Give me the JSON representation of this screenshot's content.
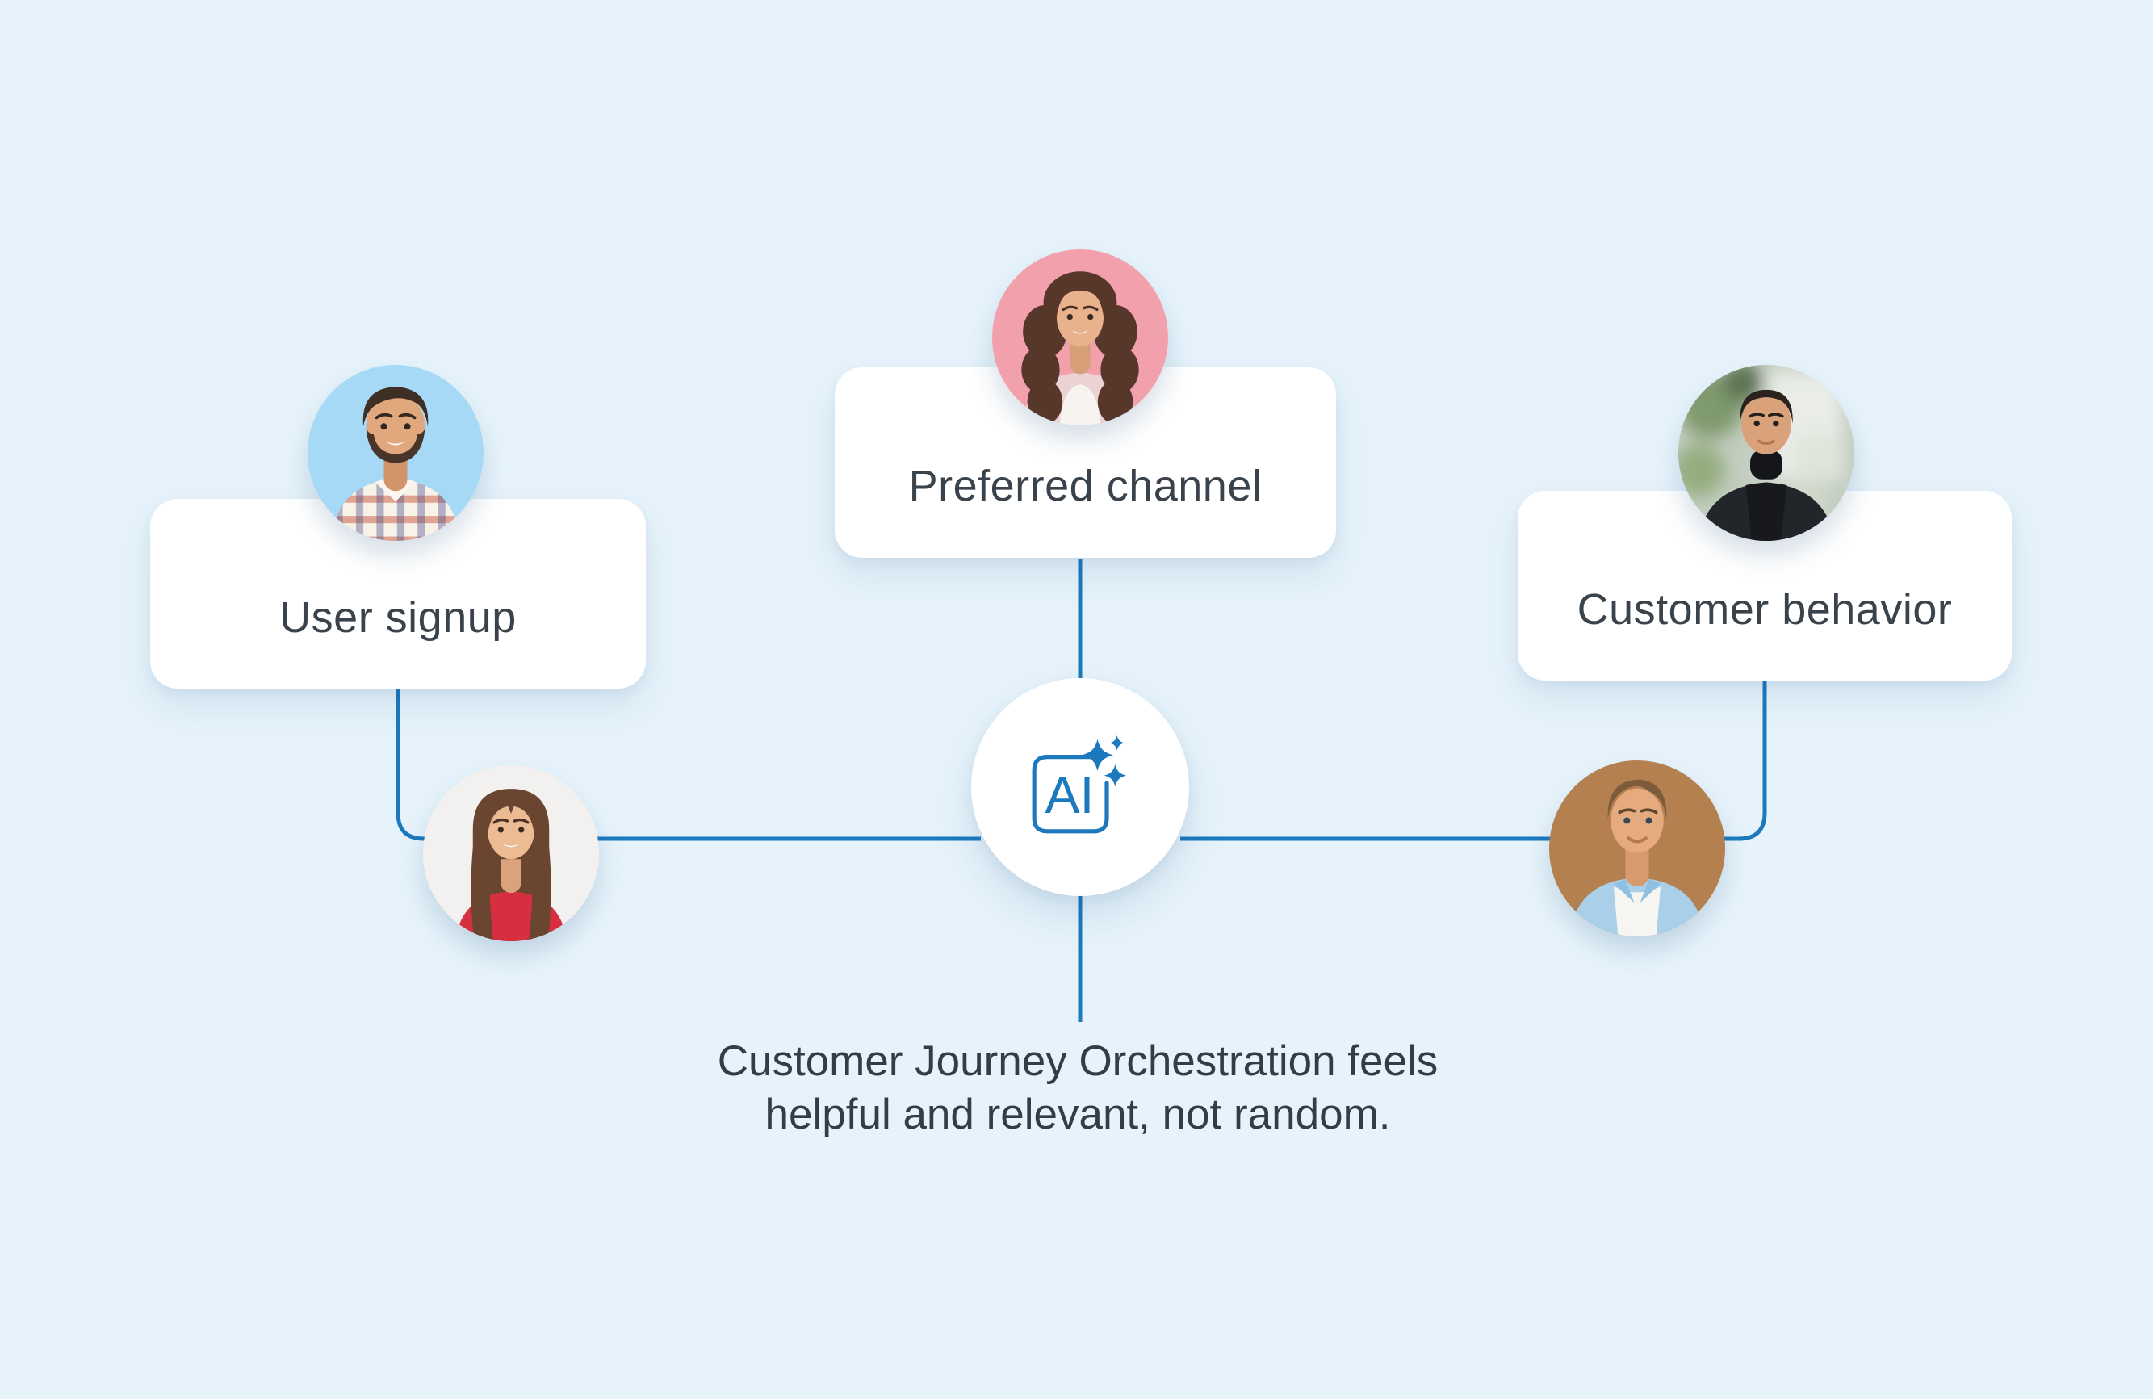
{
  "diagram": {
    "background_color": "#e6f3fb",
    "accent_color": "#1c79bd",
    "text_color": "#323d47",
    "nodes": [
      {
        "id": "user-signup",
        "label": "User signup"
      },
      {
        "id": "preferred-channel",
        "label": "Preferred channel"
      },
      {
        "id": "customer-behavior",
        "label": "Customer behavior"
      }
    ],
    "center": {
      "label": "AI",
      "icon": "ai-sparkle-icon"
    },
    "caption": {
      "line1": "Customer Journey Orchestration feels",
      "line2": "helpful and relevant, not random."
    },
    "avatars": [
      {
        "name": "man-plaid-shirt",
        "bg": "#a5d9f6"
      },
      {
        "name": "woman-curly-hair",
        "bg": "#f2a0ac"
      },
      {
        "name": "man-turtleneck",
        "bg": "#c3cdc0"
      },
      {
        "name": "woman-red-top",
        "bg": "#f2f1ef"
      },
      {
        "name": "man-denim-shirt",
        "bg": "#b5804f"
      }
    ]
  }
}
